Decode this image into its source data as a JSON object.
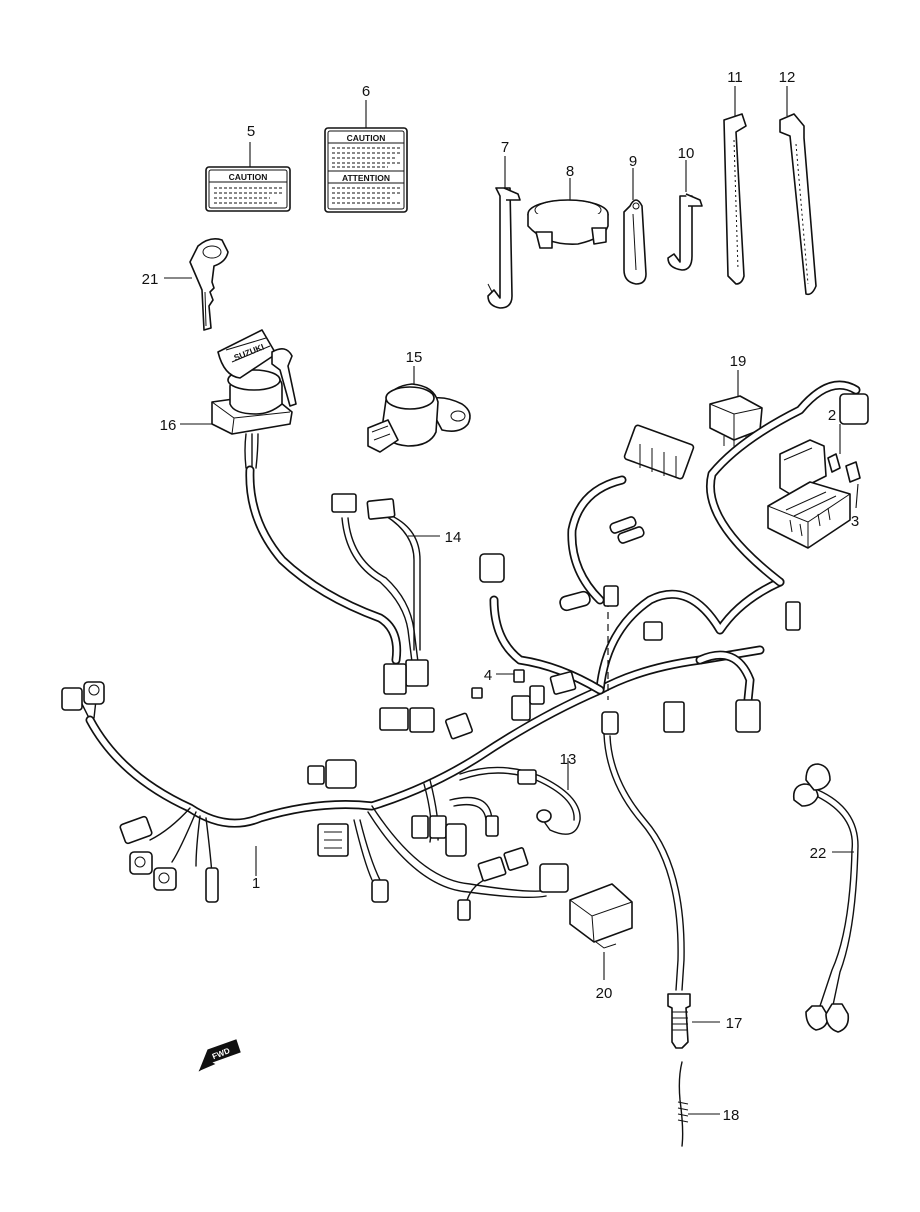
{
  "callouts": {
    "c1": "1",
    "c2": "2",
    "c3": "3",
    "c4": "4",
    "c5": "5",
    "c6": "6",
    "c7": "7",
    "c8": "8",
    "c9": "9",
    "c10": "10",
    "c11": "11",
    "c12": "12",
    "c13": "13",
    "c14": "14",
    "c15": "15",
    "c16": "16",
    "c17": "17",
    "c18": "18",
    "c19": "19",
    "c20": "20",
    "c21": "21",
    "c22": "22"
  },
  "labels": {
    "label5_header": "CAUTION",
    "label6_top_header": "CAUTION",
    "label6_bottom_header": "ATTENTION"
  },
  "direction_marker": "FWD",
  "switch_brand": "SUZUKI"
}
